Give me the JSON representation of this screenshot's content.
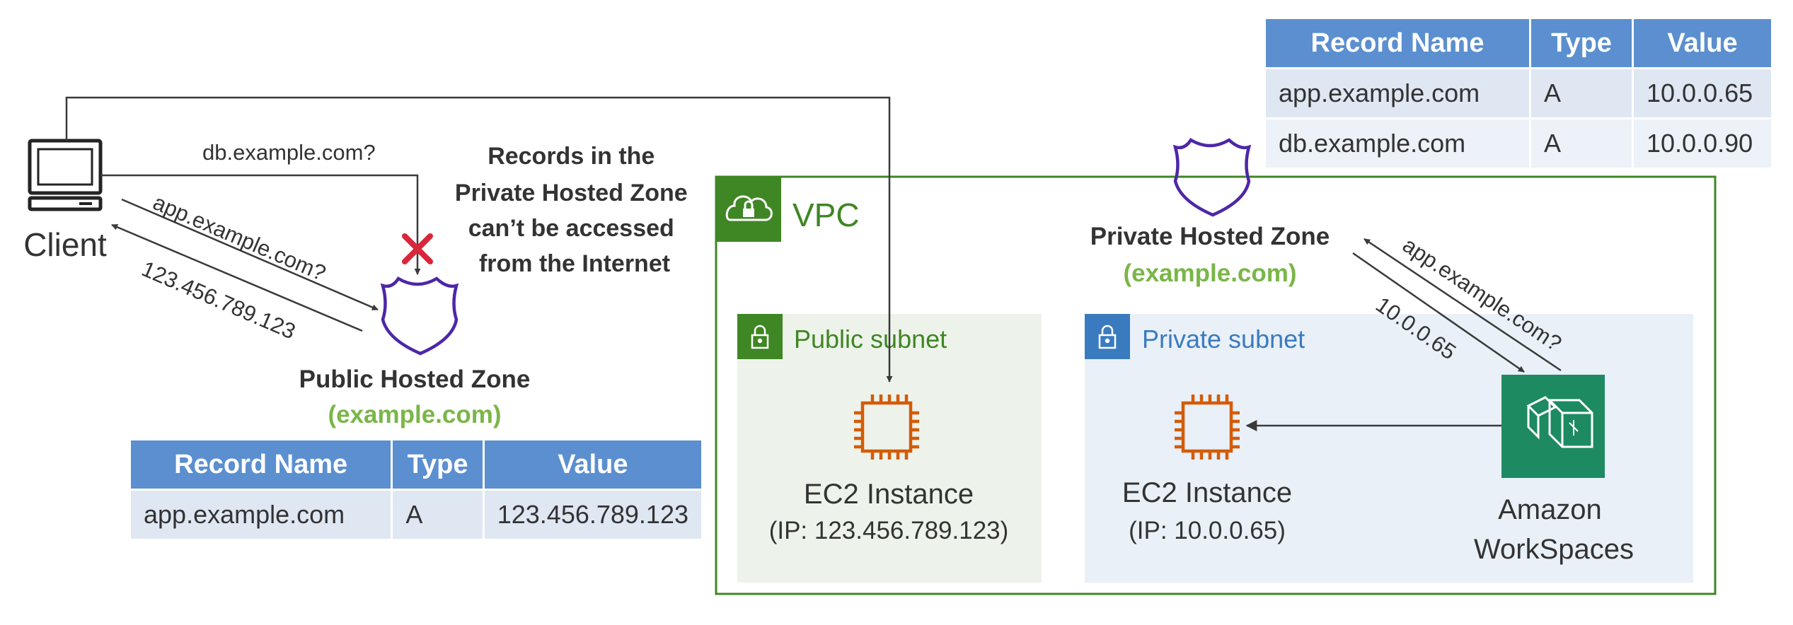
{
  "client": {
    "label": "Client"
  },
  "queries": {
    "db_query": "db.example.com?",
    "app_query_public": "app.example.com?",
    "public_response": "123.456.789.123",
    "app_query_private": "app.example.com?",
    "private_response": "10.0.0.65"
  },
  "note": {
    "lines": [
      "Records in the",
      "Private Hosted Zone",
      "can’t be accessed",
      "from the Internet"
    ]
  },
  "public_zone": {
    "title": "Public Hosted Zone",
    "domain": "(example.com)"
  },
  "private_zone": {
    "title": "Private Hosted Zone",
    "domain": "(example.com)"
  },
  "vpc": {
    "label": "VPC"
  },
  "public_subnet": {
    "label": "Public subnet"
  },
  "private_subnet": {
    "label": "Private subnet"
  },
  "public_ec2": {
    "name": "EC2 Instance",
    "ip": "(IP: 123.456.789.123)"
  },
  "private_ec2": {
    "name": "EC2 Instance",
    "ip": "(IP: 10.0.0.65)"
  },
  "workspaces": {
    "line1": "Amazon",
    "line2": "WorkSpaces"
  },
  "public_table": {
    "headers": [
      "Record Name",
      "Type",
      "Value"
    ],
    "rows": [
      [
        "app.example.com",
        "A",
        "123.456.789.123"
      ]
    ]
  },
  "private_table": {
    "headers": [
      "Record Name",
      "Type",
      "Value"
    ],
    "rows": [
      [
        "app.example.com",
        "A",
        "10.0.0.65"
      ],
      [
        "db.example.com",
        "A",
        "10.0.0.90"
      ]
    ]
  },
  "colors": {
    "vpc_green": "#3f8624",
    "public_subnet_bg": "#edf3ea",
    "private_subnet_bg": "#e9f0f8",
    "private_blue": "#3a7bbf",
    "zone_purple": "#4d27a8",
    "ec2_orange": "#d45b07",
    "domain_green": "#7ab648",
    "block_red": "#d9263b",
    "workspaces_green": "#1d8a62"
  }
}
